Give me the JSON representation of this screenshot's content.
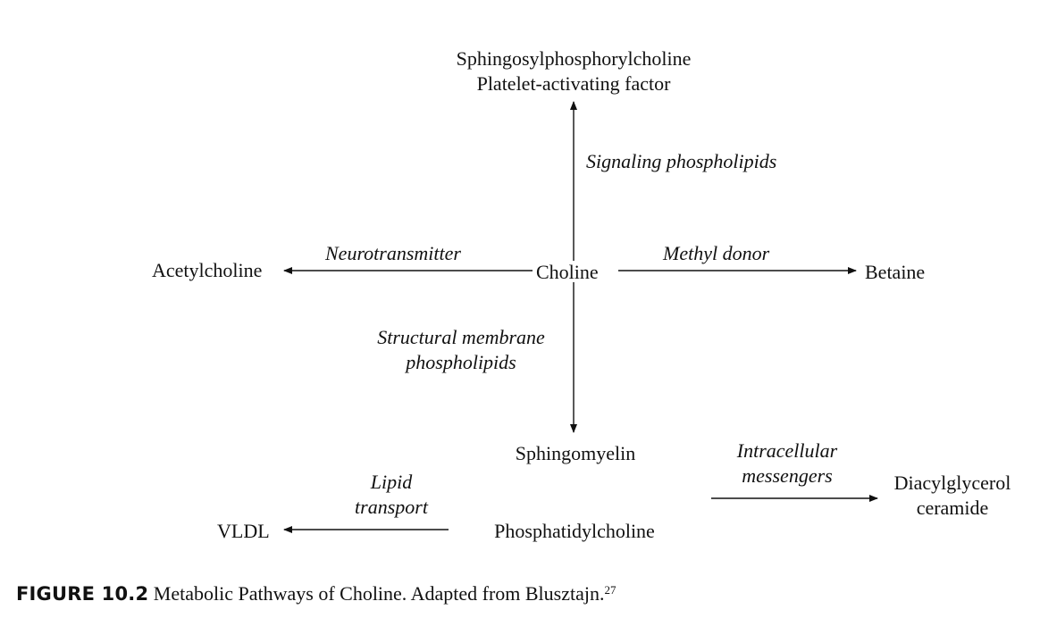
{
  "nodes": {
    "signaling_products": [
      "Sphingosylphosphorylcholine",
      "Platelet-activating factor"
    ],
    "acetylcholine": "Acetylcholine",
    "choline": "Choline",
    "betaine": "Betaine",
    "sphingomyelin": "Sphingomyelin",
    "phosphatidylcholine": "Phosphatidylcholine",
    "vldl": "VLDL",
    "messenger_products": [
      "Diacylglycerol",
      "ceramide"
    ]
  },
  "edges": {
    "signaling": "Signaling phospholipids",
    "neurotransmitter": "Neurotransmitter",
    "methyl_donor": "Methyl donor",
    "structural": [
      "Structural membrane",
      "phospholipids"
    ],
    "lipid_transport": [
      "Lipid",
      "transport"
    ],
    "intracellular": [
      "Intracellular",
      "messengers"
    ]
  },
  "caption": {
    "figure_number": "FIGURE 10.2",
    "text": "Metabolic Pathways of Choline. Adapted from Blusztajn.",
    "reference": "27"
  },
  "colors": {
    "ink": "#111111"
  }
}
